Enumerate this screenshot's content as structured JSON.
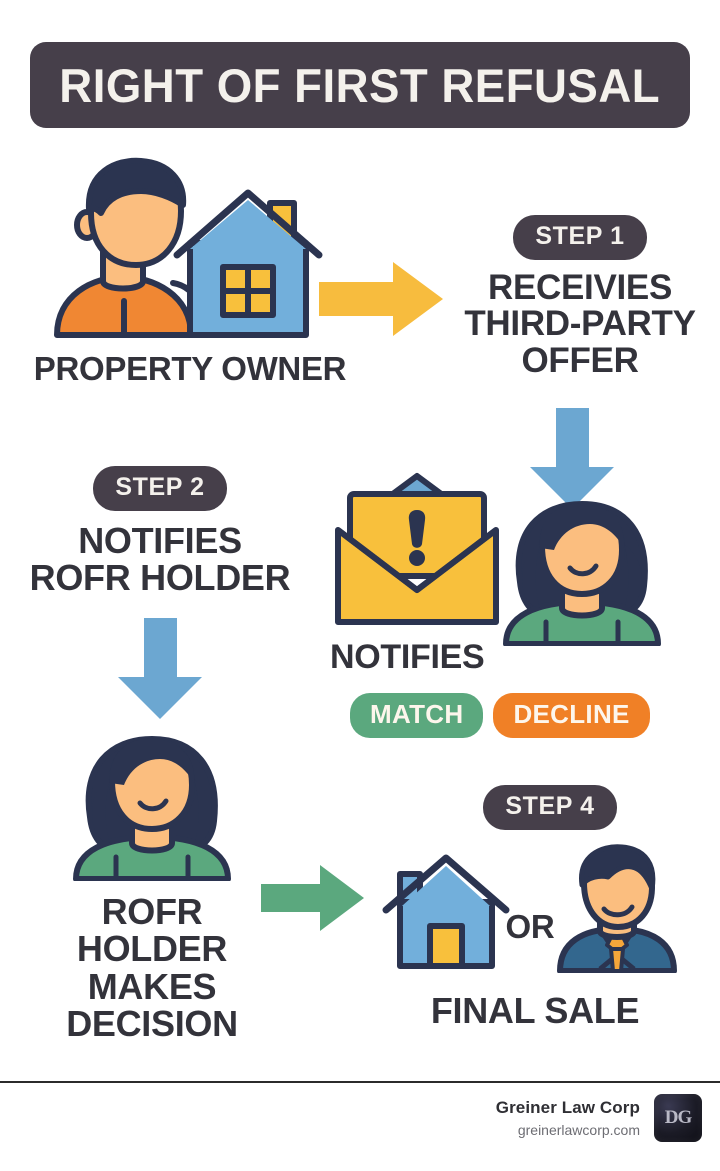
{
  "title": "RIGHT OF FIRST REFUSAL",
  "sections": {
    "owner": {
      "caption": "PROPERTY OWNER",
      "icon": "property-owner-with-house-icon"
    },
    "step1": {
      "pill": "STEP 1",
      "line1": "RECEIVIES",
      "line2": "THIRD-PARTY",
      "line3": "OFFER"
    },
    "step2": {
      "pill": "STEP 2",
      "line1": "NOTIFIES",
      "line2": "ROFR HOLDER"
    },
    "notify": {
      "caption": "NOTIFIES",
      "envelope_icon": "envelope-alert-icon",
      "person_icon": "woman-icon",
      "badges": [
        {
          "label": "MATCH",
          "color": "#5BA87E"
        },
        {
          "label": "DECLINE",
          "color": "#F08026"
        }
      ]
    },
    "step3": {
      "line1": "ROFR",
      "line2": "HOLDER",
      "line3": "MAKES",
      "line4": "DECISION",
      "icon": "rofr-holder-woman-icon"
    },
    "step4": {
      "pill": "STEP 4",
      "or": "OR",
      "caption": "FINAL SALE",
      "house_icon": "house-icon",
      "buyer_icon": "businessman-icon"
    }
  },
  "arrows": {
    "owner_to_step1": {
      "name": "arrow-right-yellow",
      "color": "#F7BC3E",
      "direction": "right"
    },
    "step1_to_person": {
      "name": "arrow-down-blue",
      "color": "#6CA7D1",
      "direction": "down"
    },
    "step2_to_holder": {
      "name": "arrow-down-blue",
      "color": "#6CA7D1",
      "direction": "down"
    },
    "holder_to_sale": {
      "name": "arrow-right-green",
      "color": "#5BA87E",
      "direction": "right"
    }
  },
  "footer": {
    "name": "Greiner Law Corp",
    "url": "greinerlawcorp.com",
    "logo_text": "DG"
  },
  "palette": {
    "dark": "#463F4A",
    "text": "#33333B",
    "skin": "#FBBE7F",
    "hair_navy": "#2B3450",
    "shirt_orange": "#F08733",
    "shirt_green": "#5BA87E",
    "house_blue": "#72AFDB",
    "yellow": "#F8C03C",
    "suit_blue": "#33678E"
  }
}
